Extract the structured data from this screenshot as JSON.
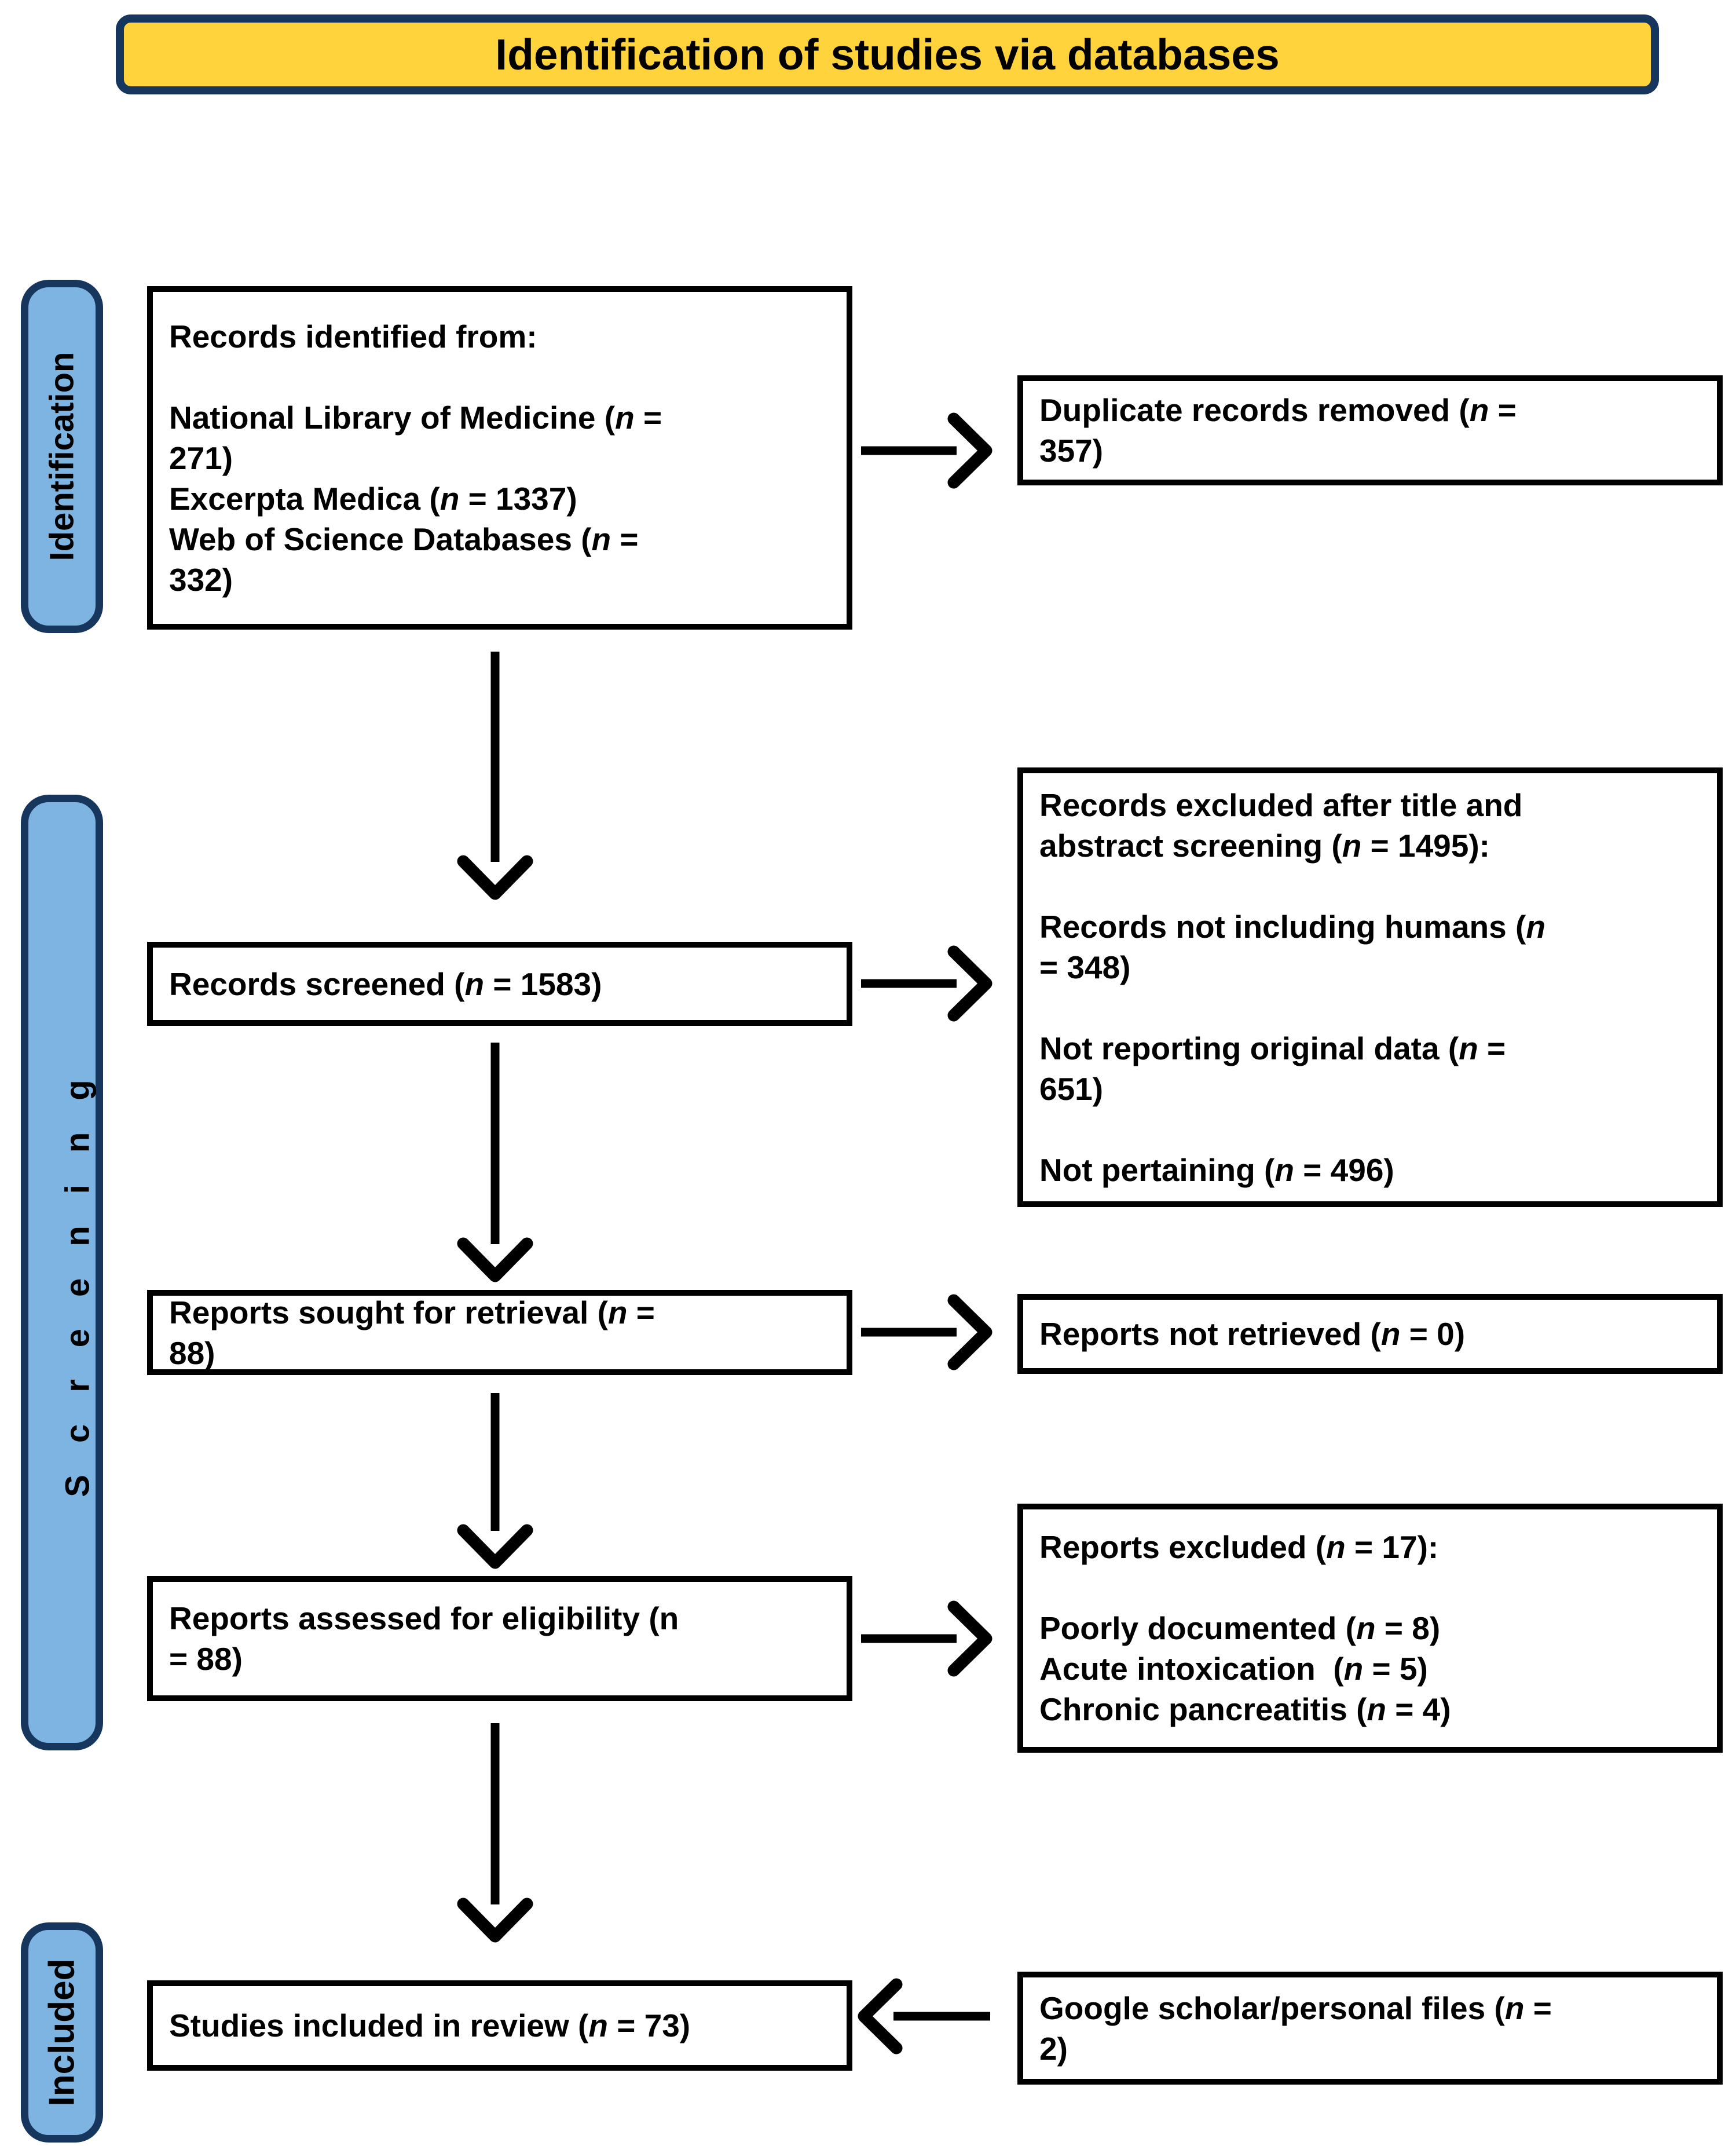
{
  "banner": {
    "title": "Identification of studies via databases",
    "bg_color": "#FFD33B",
    "border_color": "#17365D"
  },
  "sidebar": {
    "fill_color": "#7EB4E2",
    "border_color": "#17365D",
    "stages": [
      {
        "label": "Identification"
      },
      {
        "label": "Screening"
      },
      {
        "label": "Included"
      }
    ]
  },
  "boxes": {
    "identified": {
      "lines": [
        [
          [
            "r",
            "Records identified from:"
          ]
        ],
        [],
        [
          [
            "r",
            "National Library of Medicine ("
          ],
          [
            "i",
            "n"
          ],
          [
            "r",
            " ="
          ]
        ],
        [
          [
            "r",
            "271)"
          ]
        ],
        [
          [
            "r",
            "Excerpta Medica ("
          ],
          [
            "i",
            "n"
          ],
          [
            "r",
            " = 1337)"
          ]
        ],
        [
          [
            "r",
            "Web of Science Databases ("
          ],
          [
            "i",
            "n"
          ],
          [
            "r",
            " ="
          ]
        ],
        [
          [
            "r",
            "332)"
          ]
        ]
      ]
    },
    "duplicates": {
      "lines": [
        [
          [
            "r",
            "Duplicate records removed ("
          ],
          [
            "i",
            "n"
          ],
          [
            "r",
            " ="
          ]
        ],
        [
          [
            "r",
            "357)"
          ]
        ]
      ]
    },
    "screened": {
      "lines": [
        [
          [
            "r",
            "Records screened ("
          ],
          [
            "i",
            "n"
          ],
          [
            "r",
            " = 1583)"
          ]
        ]
      ]
    },
    "excluded_screening": {
      "lines": [
        [
          [
            "r",
            "Records excluded after title and"
          ]
        ],
        [
          [
            "r",
            "abstract screening ("
          ],
          [
            "i",
            "n"
          ],
          [
            "r",
            " = 1495):"
          ]
        ],
        [],
        [
          [
            "r",
            "Records not including humans ("
          ],
          [
            "i",
            "n"
          ]
        ],
        [
          [
            "r",
            "= 348)"
          ]
        ],
        [],
        [
          [
            "r",
            "Not reporting original data ("
          ],
          [
            "i",
            "n"
          ],
          [
            "r",
            " ="
          ]
        ],
        [
          [
            "r",
            "651)"
          ]
        ],
        [],
        [
          [
            "r",
            "Not pertaining ("
          ],
          [
            "i",
            "n"
          ],
          [
            "r",
            " = 496)"
          ]
        ]
      ]
    },
    "sought": {
      "lines": [
        [
          [
            "r",
            "Reports sought for retrieval ("
          ],
          [
            "i",
            "n"
          ],
          [
            "r",
            " ="
          ]
        ],
        [
          [
            "r",
            "88)"
          ]
        ]
      ]
    },
    "not_retrieved": {
      "lines": [
        [
          [
            "r",
            "Reports not retrieved ("
          ],
          [
            "i",
            "n"
          ],
          [
            "r",
            " = 0)"
          ]
        ]
      ]
    },
    "assessed": {
      "lines": [
        [
          [
            "r",
            "Reports assessed for eligibility (n"
          ]
        ],
        [
          [
            "r",
            "= 88)"
          ]
        ]
      ]
    },
    "excluded_reports": {
      "lines": [
        [
          [
            "r",
            "Reports excluded ("
          ],
          [
            "i",
            "n"
          ],
          [
            "r",
            " = 17):"
          ]
        ],
        [],
        [
          [
            "r",
            "Poorly documented ("
          ],
          [
            "i",
            "n"
          ],
          [
            "r",
            " = 8)"
          ]
        ],
        [
          [
            "r",
            "Acute intoxication  ("
          ],
          [
            "i",
            "n"
          ],
          [
            "r",
            " = 5)"
          ]
        ],
        [
          [
            "r",
            "Chronic pancreatitis ("
          ],
          [
            "i",
            "n"
          ],
          [
            "r",
            " = 4)"
          ]
        ]
      ]
    },
    "included": {
      "lines": [
        [
          [
            "r",
            "Studies included in review ("
          ],
          [
            "i",
            "n"
          ],
          [
            "r",
            " = 73)"
          ]
        ]
      ]
    },
    "google": {
      "lines": [
        [
          [
            "r",
            "Google scholar/personal files ("
          ],
          [
            "i",
            "n"
          ],
          [
            "r",
            " ="
          ]
        ],
        [
          [
            "r",
            "2)"
          ]
        ]
      ]
    }
  }
}
